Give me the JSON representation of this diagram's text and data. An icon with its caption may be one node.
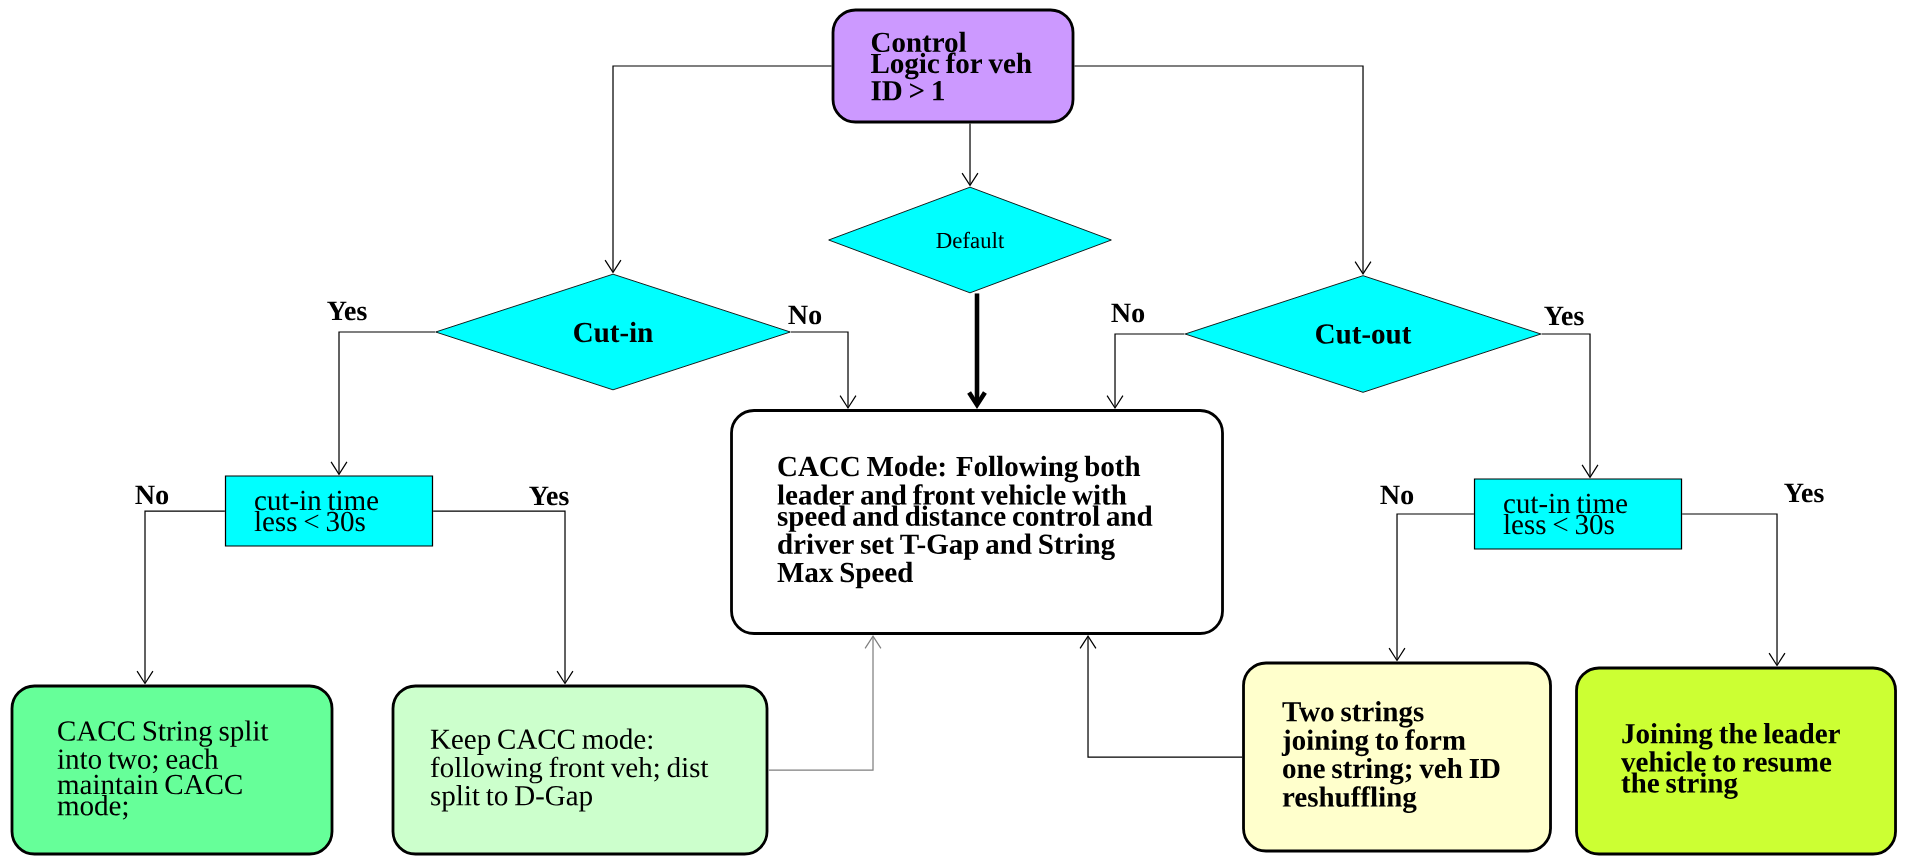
{
  "diagram": {
    "nodes": [
      {
        "text": [
          "Control Logic for veh ID > 1"
        ]
      },
      {
        "text": [
          "Cut-in"
        ]
      },
      {
        "text": [
          "Default"
        ]
      },
      {
        "text": [
          "Cut-out"
        ]
      },
      {
        "text": [
          "CACC Mode: Following both leader and front vehicle with speed and distance control and driver set T-Gap and String Max Speed"
        ]
      },
      {
        "text": [
          "cut-in time less < 30s"
        ]
      },
      {
        "text": [
          "cut-in time less < 30s"
        ]
      },
      {
        "text": [
          "CACC String split into two; each maintain CACC mode;"
        ]
      },
      {
        "text": [
          "Keep CACC mode: following front veh; dist split to D-Gap"
        ]
      },
      {
        "text": [
          "Two strings joining to form one string; veh ID reshuffling"
        ]
      },
      {
        "text": [
          "Joining the leader vehicle to resume the string"
        ]
      }
    ],
    "edges": [
      {
        "from": 0,
        "to": 1,
        "arrow": "to"
      },
      {
        "from": 0,
        "to": 2,
        "arrow": "to"
      },
      {
        "from": 0,
        "to": 3,
        "arrow": "to"
      },
      {
        "from": 2,
        "to": 4,
        "arrow": "to",
        "style": "thick"
      },
      {
        "from": 1,
        "to": 5,
        "arrow": "to",
        "label": "Yes"
      },
      {
        "from": 1,
        "to": 4,
        "arrow": "to",
        "label": "No"
      },
      {
        "from": 3,
        "to": 4,
        "arrow": "to",
        "label": "No"
      },
      {
        "from": 3,
        "to": 6,
        "arrow": "to",
        "label": "Yes"
      },
      {
        "from": 5,
        "to": 7,
        "arrow": "to",
        "label": "No"
      },
      {
        "from": 5,
        "to": 8,
        "arrow": "to",
        "label": "Yes"
      },
      {
        "from": 6,
        "to": 9,
        "arrow": "to",
        "label": "No"
      },
      {
        "from": 6,
        "to": 10,
        "arrow": "to",
        "label": "Yes"
      },
      {
        "from": 8,
        "to": 4,
        "arrow": "to",
        "color": "#7f7f7f"
      },
      {
        "from": 9,
        "to": 4,
        "arrow": "to"
      }
    ]
  }
}
